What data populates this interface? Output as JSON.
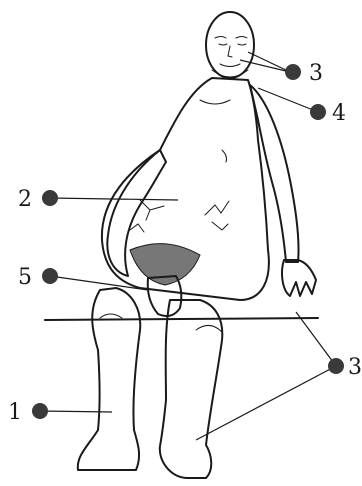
{
  "labels": {
    "label_1": "1",
    "label_2": "2",
    "label_3_head": "3",
    "label_3_limbs": "3",
    "label_4": "4",
    "label_5": "5"
  }
}
